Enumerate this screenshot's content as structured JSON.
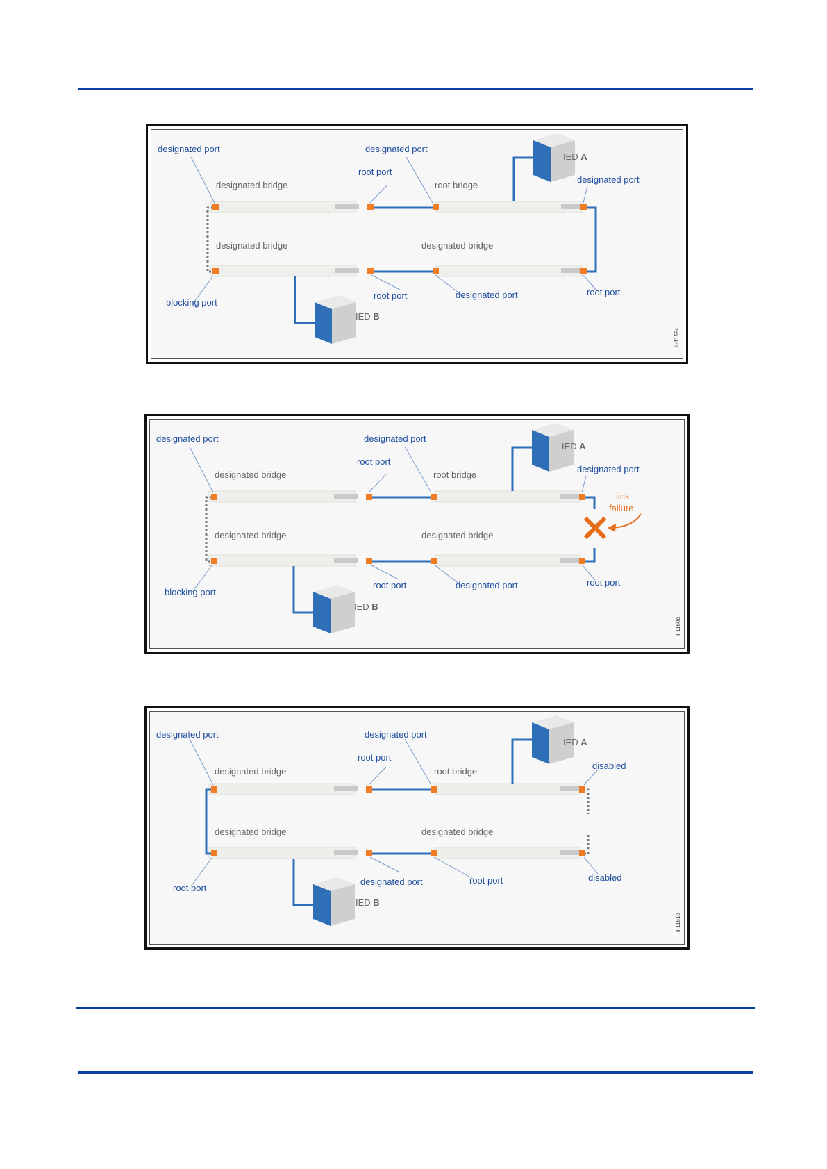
{
  "page": {
    "top_rule_color": "#0a3fa0",
    "colors": {
      "link": "#2f6fb8",
      "port": "#f07d24",
      "label_blue": "#1f4e9e",
      "label_gray": "#666666",
      "failure": "#e66d1a"
    }
  },
  "figures": [
    {
      "id": "il-1159c",
      "tag": "il-1159c",
      "labels": {
        "tl_port": "designated port",
        "top_mid_port": "designated port",
        "top_root_port": "root port",
        "top_left_bridge": "designated bridge",
        "top_right_bridge": "root bridge",
        "ied_a_prefix": "IED ",
        "ied_a_letter": "A",
        "right_top_port": "designated port",
        "bot_left_bridge": "designated bridge",
        "bot_right_bridge": "designated bridge",
        "bl_port": "blocking port",
        "bot_mid_left_port": "root port",
        "bot_mid_right_port": "designated port",
        "right_bot_port": "root port",
        "ied_b_prefix": "IED ",
        "ied_b_letter": "B"
      }
    },
    {
      "id": "il-1160c",
      "tag": "il-1160c",
      "labels": {
        "tl_port": "designated port",
        "top_mid_port": "designated port",
        "top_root_port": "root port",
        "top_left_bridge": "designated bridge",
        "top_right_bridge": "root bridge",
        "ied_a_prefix": "IED ",
        "ied_a_letter": "A",
        "right_top_port": "designated port",
        "link_failure_1": "link",
        "link_failure_2": "failure",
        "bot_left_bridge": "designated bridge",
        "bot_right_bridge": "designated bridge",
        "bl_port": "blocking port",
        "bot_mid_left_port": "root port",
        "bot_mid_right_port": "designated port",
        "right_bot_port": "root port",
        "ied_b_prefix": "IED ",
        "ied_b_letter": "B"
      }
    },
    {
      "id": "il-1161c",
      "tag": "il-1161c",
      "labels": {
        "tl_port": "designated port",
        "top_mid_port": "designated port",
        "top_root_port": "root port",
        "top_left_bridge": "designated bridge",
        "top_right_bridge": "root bridge",
        "ied_a_prefix": "IED ",
        "ied_a_letter": "A",
        "right_top_port": "disabled",
        "bot_left_bridge": "designated bridge",
        "bot_right_bridge": "designated bridge",
        "bl_port": "root port",
        "bot_mid_left_port": "designated port",
        "bot_mid_right_port": "root port",
        "right_bot_port": "disabled",
        "ied_b_prefix": "IED ",
        "ied_b_letter": "B"
      }
    }
  ]
}
